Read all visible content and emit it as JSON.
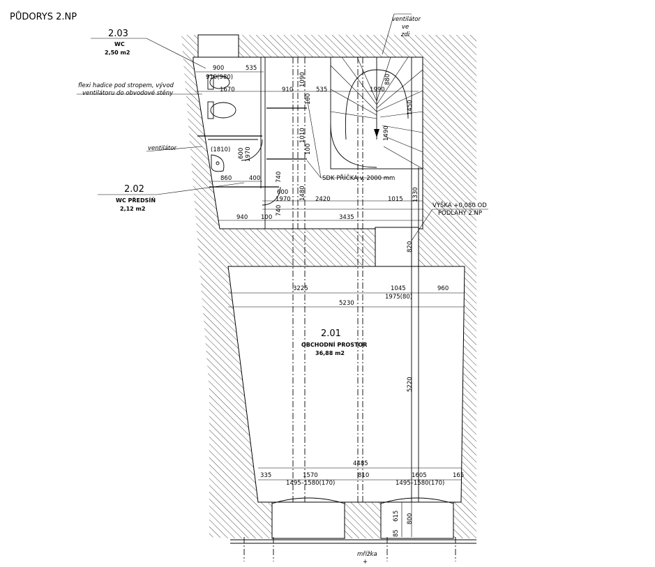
{
  "title": "PŮDORYS 2.NP",
  "rooms": {
    "wc": {
      "number": "2.03",
      "name": "WC",
      "area": "2,50 m2"
    },
    "predsin": {
      "number": "2.02",
      "name": "WC PŘEDSÍŇ",
      "area": "2,12 m2"
    },
    "obchod": {
      "number": "2.01",
      "name": "OBCHODNÍ PROSTOR",
      "area": "36,88 m2"
    }
  },
  "notes": {
    "ventilator_wall_1": "ventilátor",
    "ventilator_wall_2": "ve",
    "ventilator_wall_3": "zdi",
    "flexi_1": "flexi hadice pod stropem, vývod",
    "flexi_2": "ventilátoru do obvodové stěny",
    "ventilator": "ventilátor",
    "sdk": "SDK PŘÍČKA v. 2000 mm",
    "vyska_1": "VÝŠKA +0,080 OD",
    "vyska_2": "PODLAHY 2.NP",
    "mrizka": "mřížka",
    "plus": "+"
  },
  "dims": {
    "d900": "900",
    "d535a": "535",
    "d910_980": "910(980)",
    "d1670": "1670",
    "d910": "910",
    "d535b": "535",
    "d1090": "1090",
    "d100a": "100",
    "d1010": "1010",
    "d100b": "100",
    "d1990": "1990",
    "d880": "880",
    "d1450": "1450",
    "d1490": "1490",
    "d1810": "(1810)",
    "d600a": "600",
    "d1970a": "1970",
    "d860": "860",
    "d400": "400",
    "d740a": "740",
    "d600b": "600",
    "d1480": "1480",
    "d1970b": "1970",
    "d2420": "2420",
    "d1015": "1015",
    "d1330": "1330",
    "d940": "940",
    "d100c": "100",
    "d740b": "740",
    "d3435": "3435",
    "d820": "820",
    "d3225": "3225",
    "d1045": "1045",
    "d960": "960",
    "d1975": "1975(80)",
    "d5230": "5230",
    "d5220": "5220",
    "d4485": "4485",
    "d335": "335",
    "d1570": "1570",
    "d810": "810",
    "d1605": "1605",
    "d165": "165",
    "d1495a": "1495–1580(170)",
    "d1495b": "1495–1580(170)",
    "d615": "615",
    "d800": "800",
    "d85": "85"
  }
}
